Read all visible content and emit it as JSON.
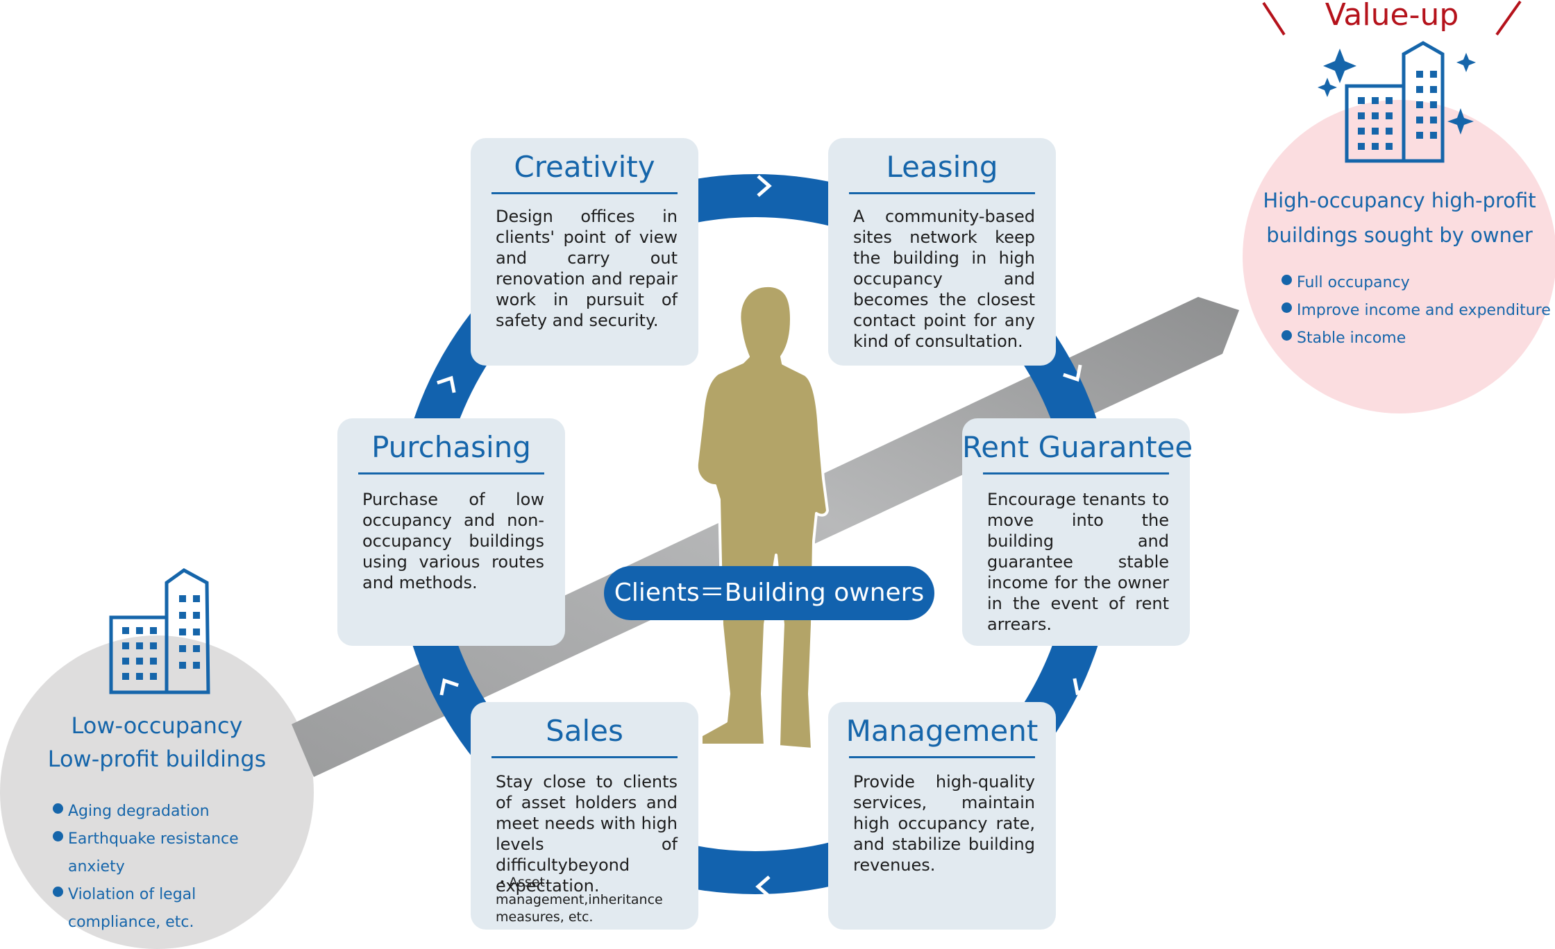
{
  "value_up_label": "Value-up",
  "center_label": "Clients＝Building owners",
  "cards": {
    "creativity": {
      "title": "Creativity",
      "body": "Design offices in clients' point of view and carry out renovation and repair work in pursuit of safety and security."
    },
    "leasing": {
      "title": "Leasing",
      "body": "A community-based sites network keep the building in high occupancy and becomes the closest contact point for any kind of consultation."
    },
    "rent_guarantee": {
      "title": "Rent Guarantee",
      "body": "Encourage tenants to move into the building and guarantee stable income for the owner in the event of rent arrears."
    },
    "management": {
      "title": "Management",
      "body": "Provide high-quality services, maintain high occupancy rate, and stabilize building revenues."
    },
    "sales": {
      "title": "Sales",
      "body": "Stay close to clients of asset holders and meet needs with high levels of difficultybeyond expectation.",
      "note": "・Asset management,inheritance measures, etc."
    },
    "purchasing": {
      "title": "Purchasing",
      "body": "Purchase of low occupancy and non-occupancy buildings using various routes and methods."
    }
  },
  "low_circle": {
    "title_line1": "Low-occupancy",
    "title_line2": "Low-profit buildings",
    "items": [
      "Aging degradation",
      "Earthquake resistance anxiety",
      "Violation of legal compliance, etc."
    ]
  },
  "high_circle": {
    "title_line1": "High-occupancy high-profit",
    "title_line2": "buildings sought by owner",
    "items": [
      "Full occupancy",
      "Improve income and expenditure",
      "Stable income"
    ]
  },
  "colors": {
    "brand_blue": "#1262ae",
    "card_bg": "#e2eaf0",
    "figure_gold": "#b3a468",
    "arrow_gray": "#9fa0a0",
    "low_circle": "#dedddd",
    "high_circle": "#fbdde0",
    "accent_red": "#b5121b"
  },
  "icons": [
    "building-icon",
    "sparkle-icon",
    "chevron-right-icon",
    "chevron-down-icon",
    "chevron-left-icon",
    "chevron-up-icon",
    "businessman-silhouette"
  ]
}
